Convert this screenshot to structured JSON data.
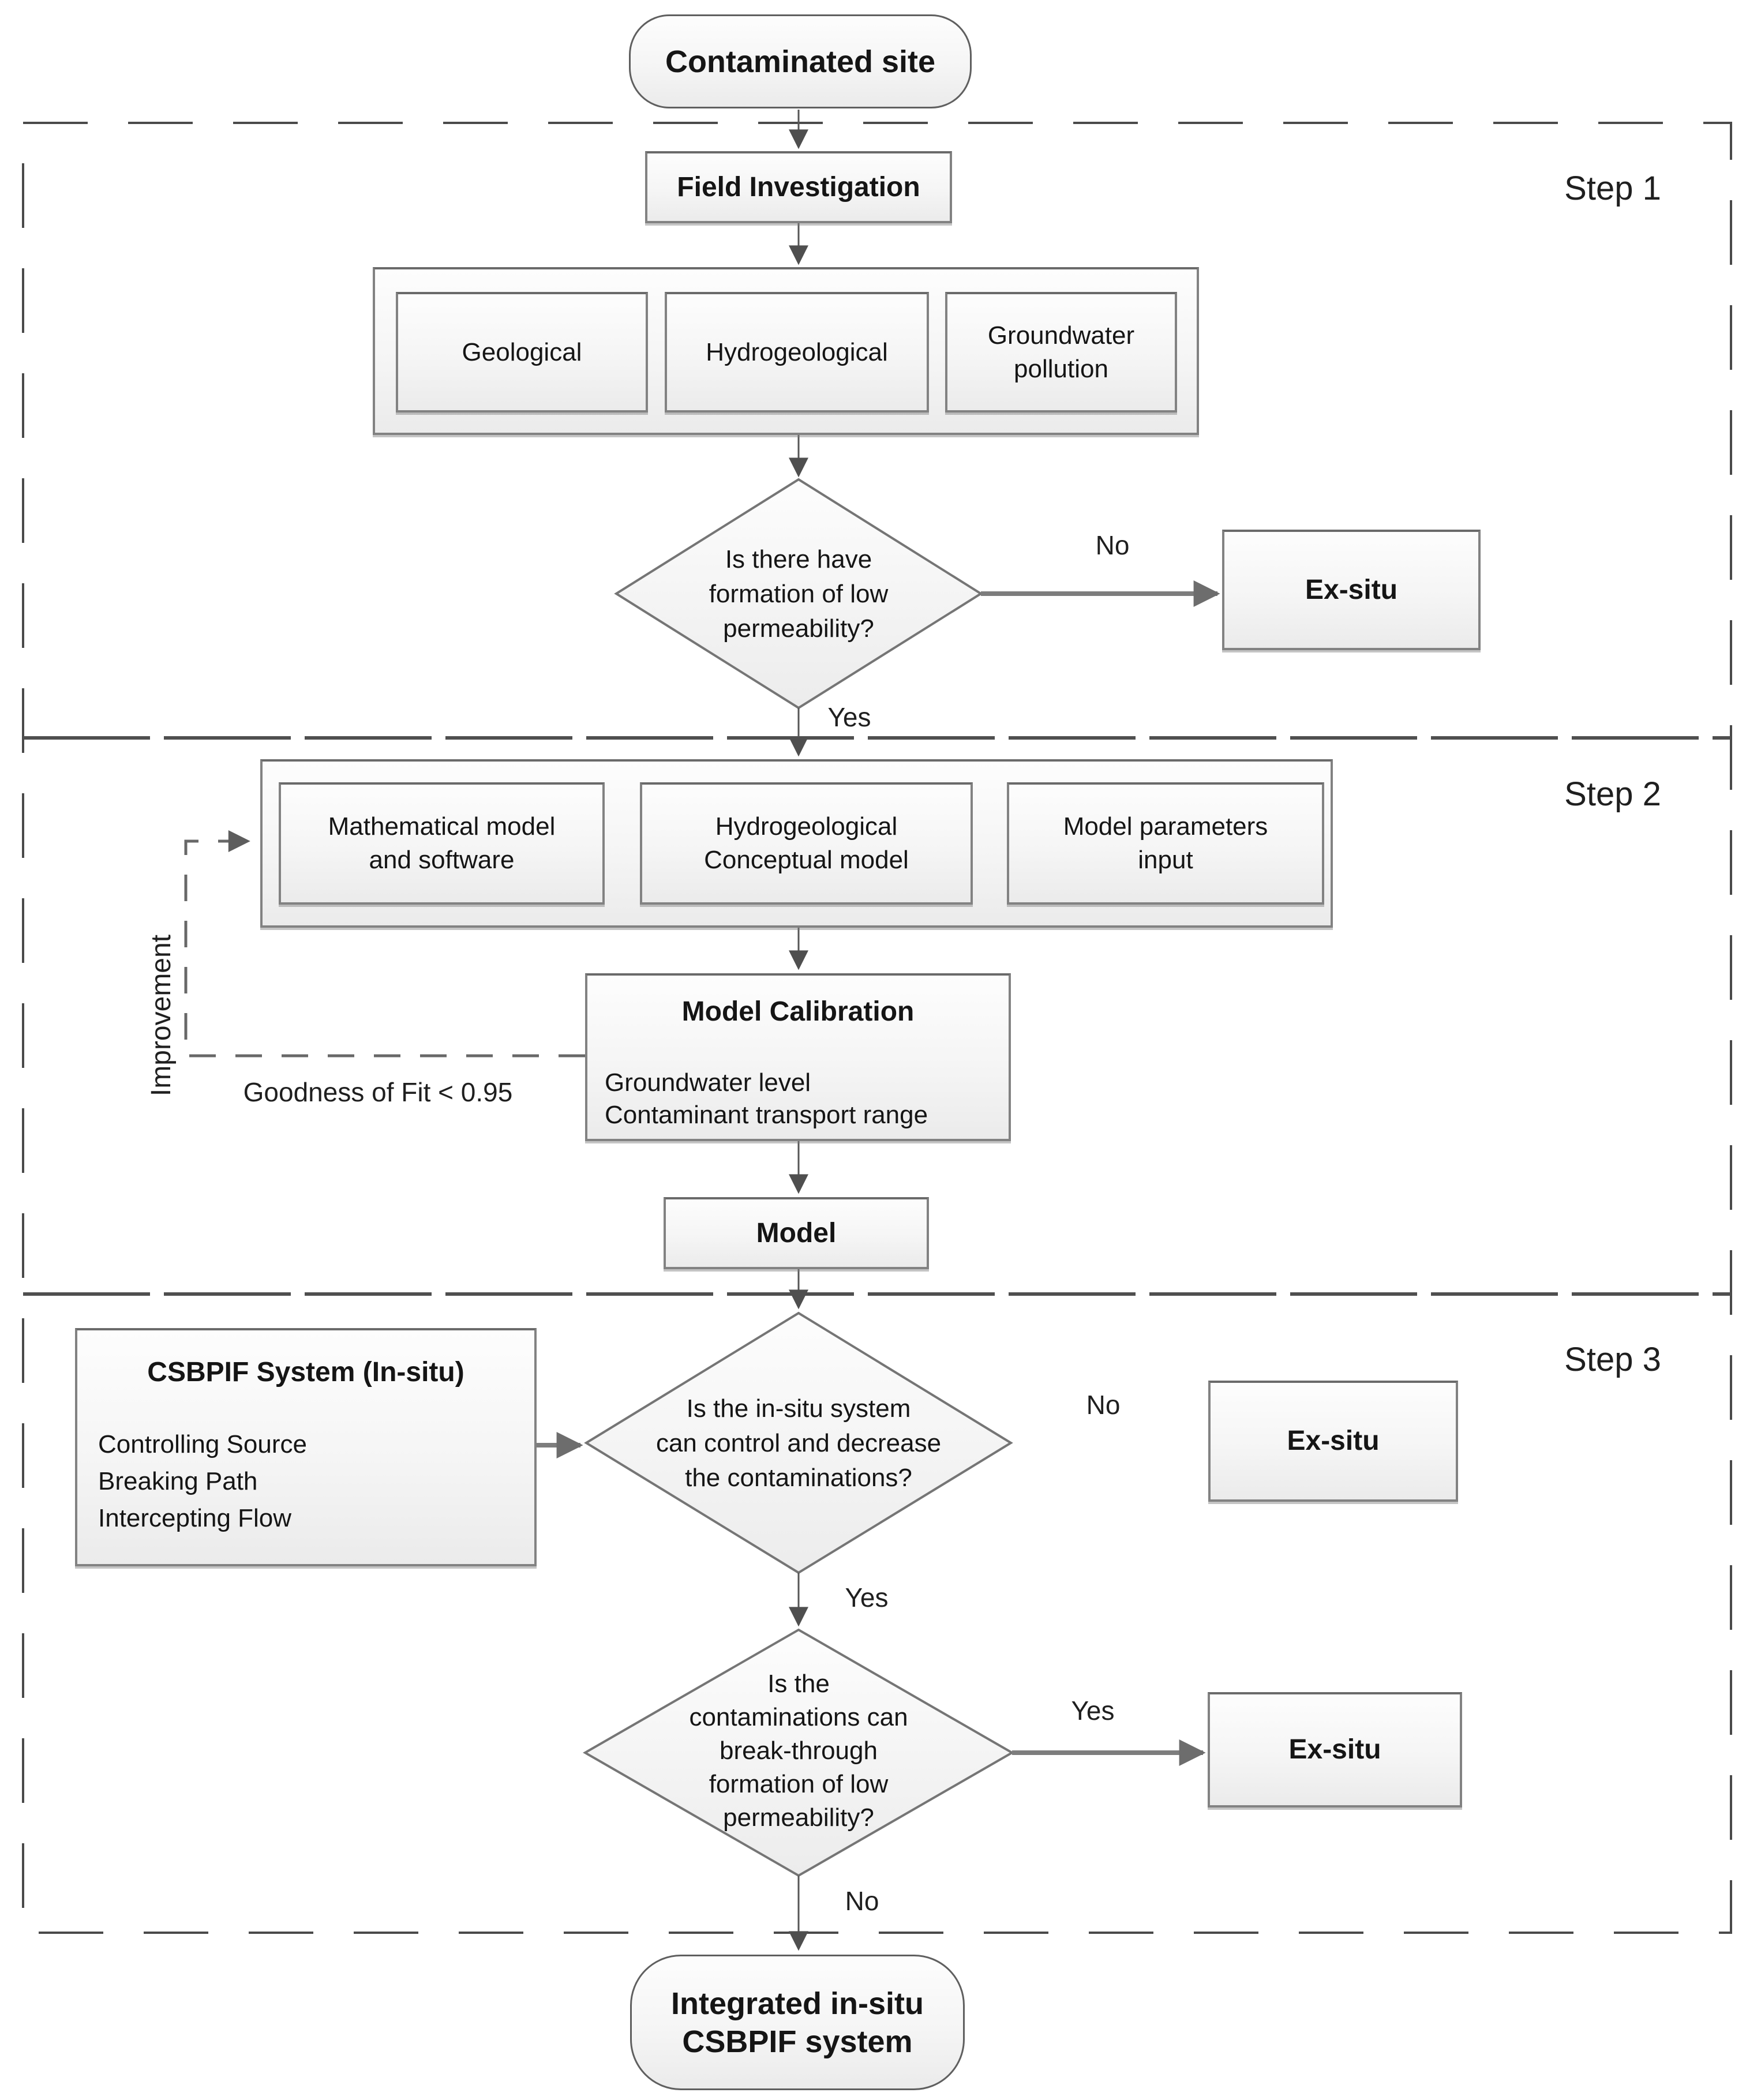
{
  "diagram": {
    "start_node": "Contaminated site",
    "end_node_lines": [
      "Integrated in-situ",
      "CSBPIF system"
    ],
    "labels": {
      "yes": "Yes",
      "no": "No",
      "ex_situ": "Ex-situ"
    },
    "step_labels": [
      "Step 1",
      "Step 2",
      "Step 3"
    ],
    "step1": {
      "field_investigation": "Field Investigation",
      "investigations": [
        "Geological",
        "Hydrogeological",
        "Groundwater pollution"
      ],
      "decision_lines": [
        "Is there have",
        "formation of low",
        "permeability?"
      ]
    },
    "step2": {
      "model_chain": [
        {
          "lines": [
            "Mathematical model",
            "and software"
          ]
        },
        {
          "lines": [
            "Hydrogeological",
            "Conceptual model"
          ]
        },
        {
          "lines": [
            "Model parameters",
            "input"
          ]
        }
      ],
      "calibration_title": "Model Calibration",
      "calibration_items": [
        "Groundwater level",
        "Contaminant transport range"
      ],
      "model_box": "Model",
      "improvement_label": "Improvement",
      "goodness_label": "Goodness of Fit < 0.95"
    },
    "step3": {
      "csbpif_title": "CSBPIF System (In-situ)",
      "csbpif_items": [
        "Controlling Source",
        "Breaking Path",
        "Intercepting Flow"
      ],
      "decision_control_lines": [
        "Is the in-situ system",
        "can control and decrease",
        "the contaminations?"
      ],
      "decision_breakthrough_lines": [
        "Is the",
        "contaminations can",
        "break-through",
        "formation of low",
        "permeability?"
      ]
    },
    "colors": {
      "line": "#565656",
      "thick_line": "#7d7d7d",
      "border": "#828282",
      "fill_top": "#fdfdfd",
      "fill_bottom": "#ebebeb"
    }
  }
}
